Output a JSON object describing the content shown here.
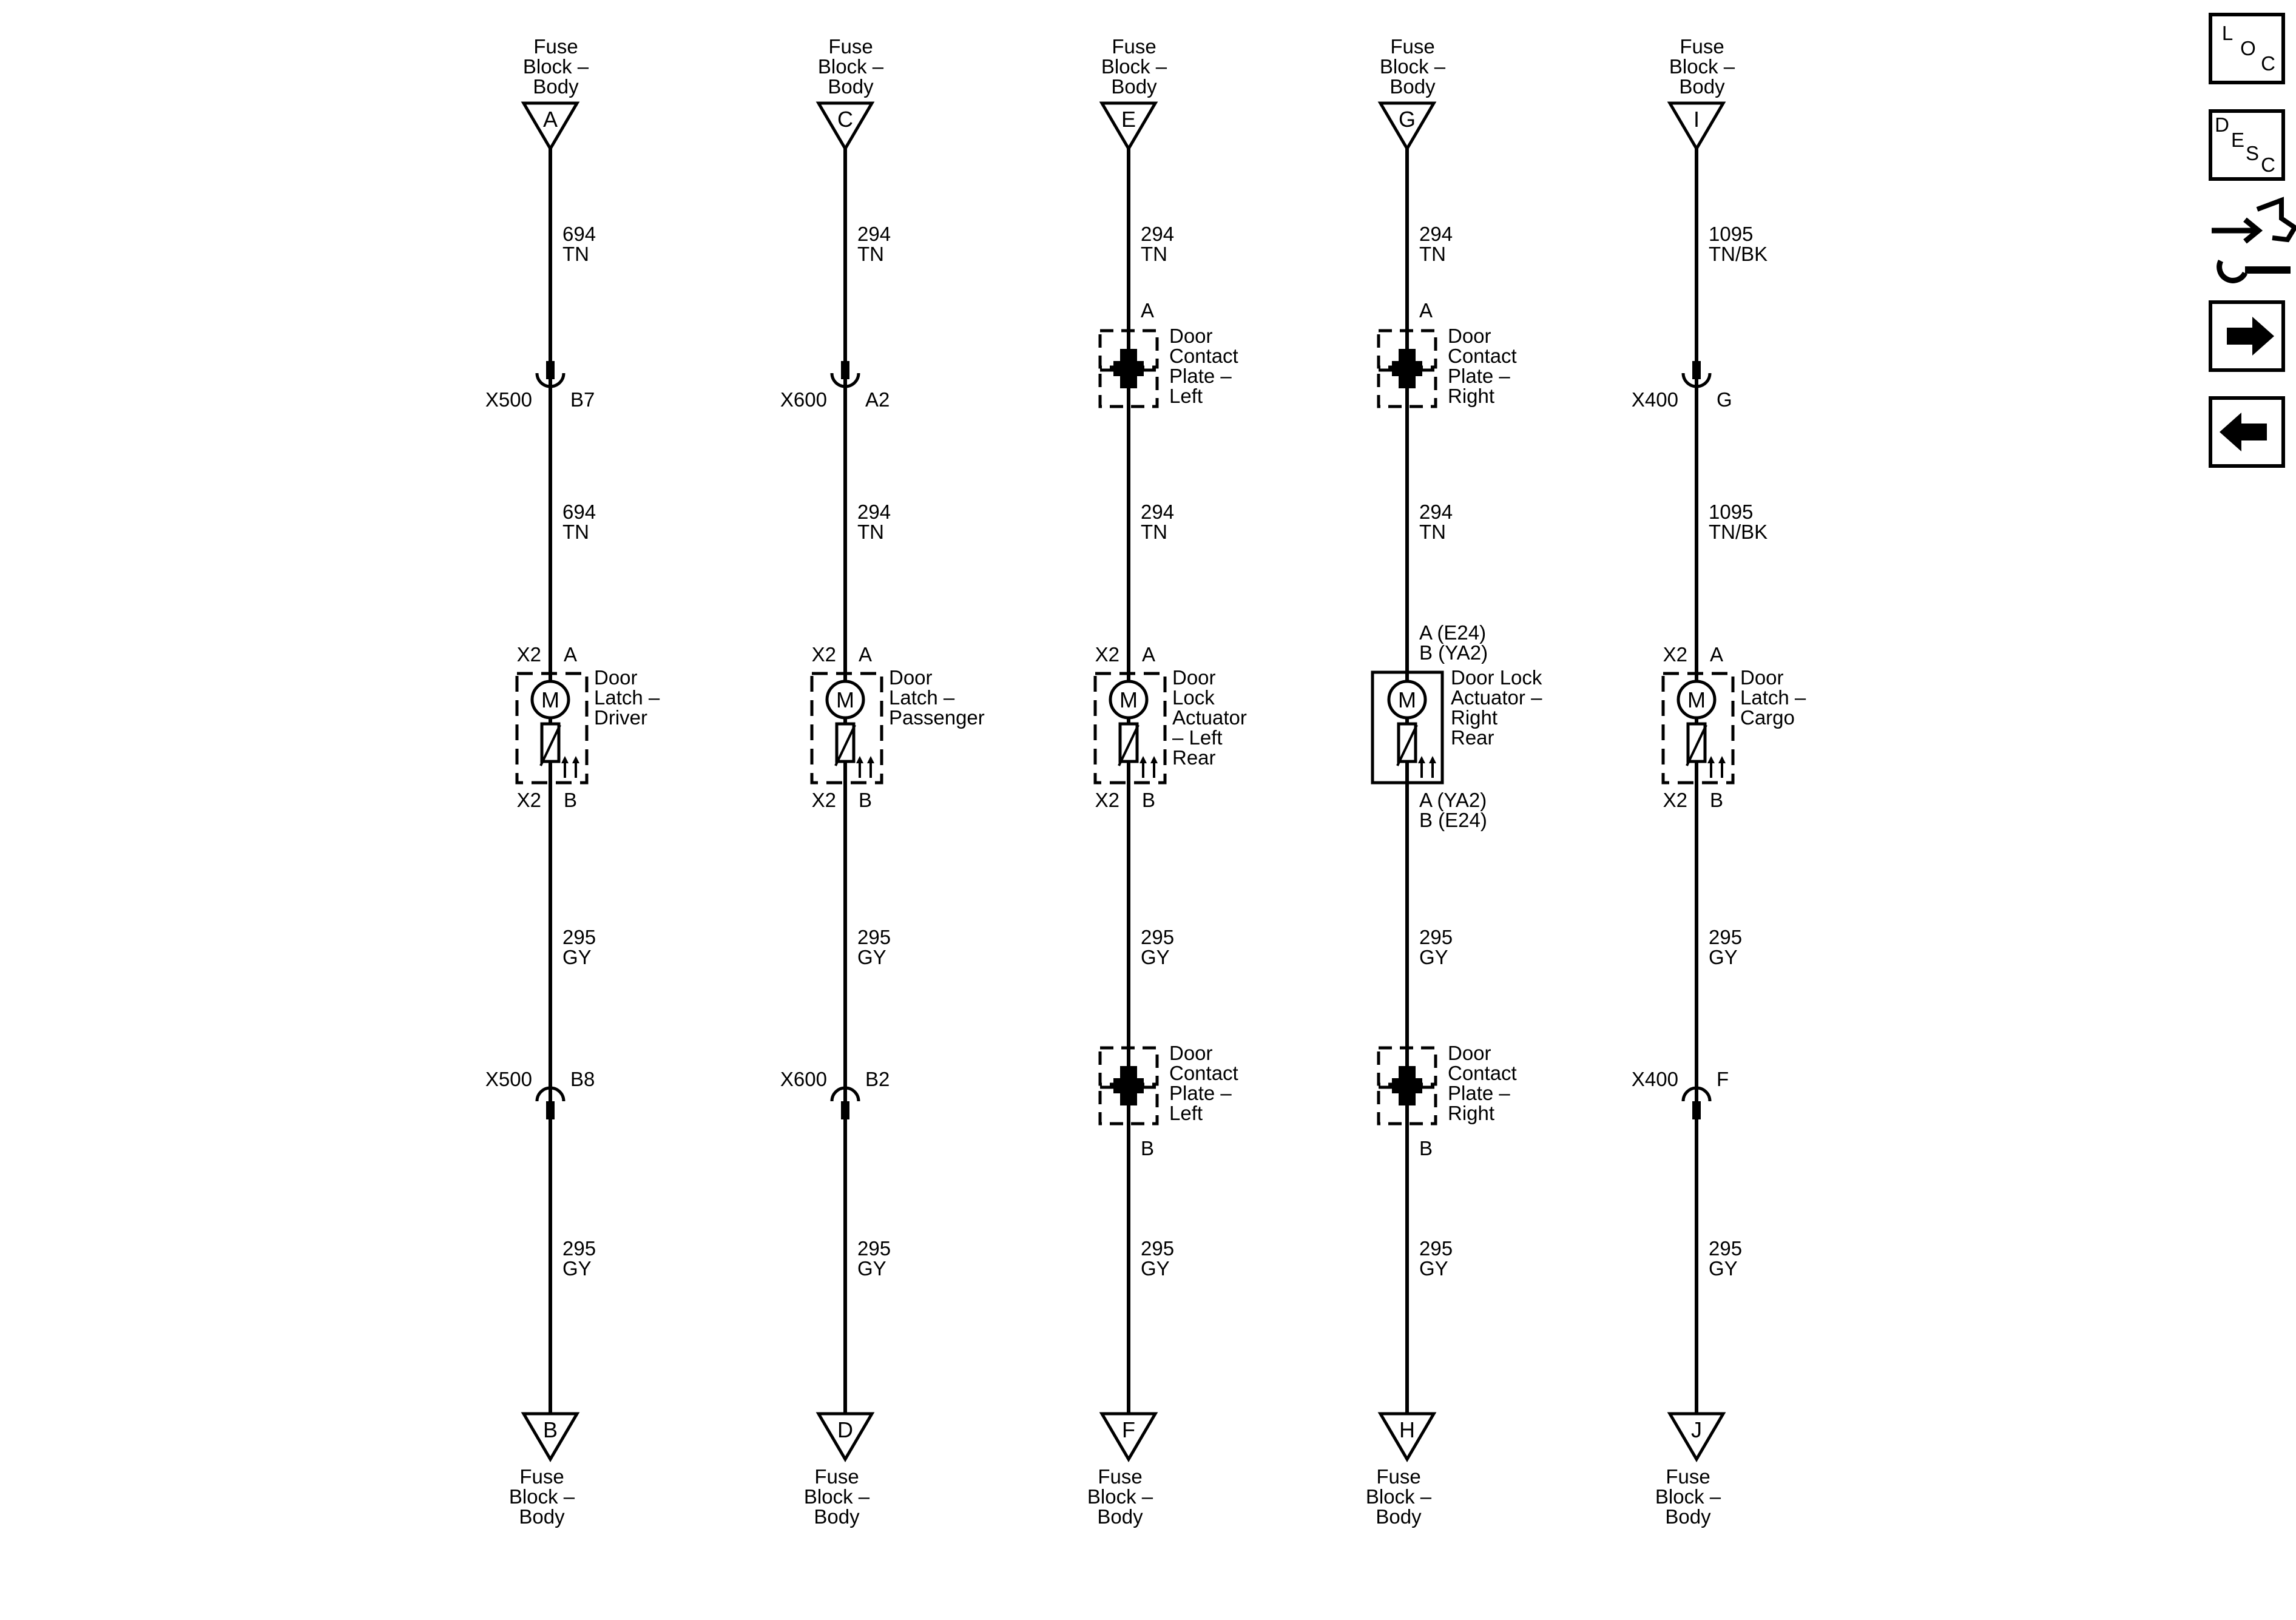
{
  "circuits": [
    {
      "id": "driver",
      "top_pin": "A",
      "top_block": [
        "Fuse",
        "Block –",
        "Body"
      ],
      "bottom_pin": "B",
      "bottom_block": [
        "Fuse",
        "Block –",
        "Body"
      ],
      "wire_top": [
        "694",
        "TN"
      ],
      "upper_type": "inline",
      "upper_conn": "X500",
      "upper_pin": "B7",
      "wire_mid": [
        "694",
        "TN"
      ],
      "device_style": "dashed",
      "device_top": [
        "X2",
        "A"
      ],
      "device_bottom": [
        "X2",
        "B"
      ],
      "device_name": [
        "Door",
        "Latch –",
        "Driver"
      ],
      "wire_low": [
        "295",
        "GY"
      ],
      "lower_type": "inline",
      "lower_conn": "X500",
      "lower_pin": "B8",
      "wire_bottom": [
        "295",
        "GY"
      ]
    },
    {
      "id": "passenger",
      "top_pin": "C",
      "top_block": [
        "Fuse",
        "Block –",
        "Body"
      ],
      "bottom_pin": "D",
      "bottom_block": [
        "Fuse",
        "Block –",
        "Body"
      ],
      "wire_top": [
        "294",
        "TN"
      ],
      "upper_type": "inline",
      "upper_conn": "X600",
      "upper_pin": "A2",
      "wire_mid": [
        "294",
        "TN"
      ],
      "device_style": "dashed",
      "device_top": [
        "X2",
        "A"
      ],
      "device_bottom": [
        "X2",
        "B"
      ],
      "device_name": [
        "Door",
        "Latch –",
        "Passenger"
      ],
      "wire_low": [
        "295",
        "GY"
      ],
      "lower_type": "inline",
      "lower_conn": "X600",
      "lower_pin": "B2",
      "wire_bottom": [
        "295",
        "GY"
      ]
    },
    {
      "id": "left-rear",
      "top_pin": "E",
      "top_block": [
        "Fuse",
        "Block –",
        "Body"
      ],
      "bottom_pin": "F",
      "bottom_block": [
        "Fuse",
        "Block –",
        "Body"
      ],
      "wire_top": [
        "294",
        "TN"
      ],
      "upper_type": "plate",
      "upper_pin": "A",
      "upper_name": [
        "Door",
        "Contact",
        "Plate –",
        "Left"
      ],
      "wire_mid": [
        "294",
        "TN"
      ],
      "device_style": "dashed",
      "device_top": [
        "X2",
        "A"
      ],
      "device_bottom": [
        "X2",
        "B"
      ],
      "device_name": [
        "Door",
        "Lock",
        "Actuator",
        "– Left",
        "Rear"
      ],
      "wire_low": [
        "295",
        "GY"
      ],
      "lower_type": "plate",
      "lower_pin": "B",
      "lower_name": [
        "Door",
        "Contact",
        "Plate –",
        "Left"
      ],
      "wire_bottom": [
        "295",
        "GY"
      ]
    },
    {
      "id": "right-rear",
      "top_pin": "G",
      "top_block": [
        "Fuse",
        "Block –",
        "Body"
      ],
      "bottom_pin": "H",
      "bottom_block": [
        "Fuse",
        "Block –",
        "Body"
      ],
      "wire_top": [
        "294",
        "TN"
      ],
      "upper_type": "plate",
      "upper_pin": "A",
      "upper_name": [
        "Door",
        "Contact",
        "Plate –",
        "Right"
      ],
      "wire_mid": [
        "294",
        "TN"
      ],
      "device_style": "solid",
      "device_top": [
        "A (E24)",
        "B (YA2)"
      ],
      "device_bottom": [
        "A (YA2)",
        "B (E24)"
      ],
      "device_name": [
        "Door Lock",
        "Actuator –",
        "Right",
        "Rear"
      ],
      "wire_low": [
        "295",
        "GY"
      ],
      "lower_type": "plate",
      "lower_pin": "B",
      "lower_name": [
        "Door",
        "Contact",
        "Plate –",
        "Right"
      ],
      "wire_bottom": [
        "295",
        "GY"
      ]
    },
    {
      "id": "cargo",
      "top_pin": "I",
      "top_block": [
        "Fuse",
        "Block –",
        "Body"
      ],
      "bottom_pin": "J",
      "bottom_block": [
        "Fuse",
        "Block –",
        "Body"
      ],
      "wire_top": [
        "1095",
        "TN/BK"
      ],
      "upper_type": "inline",
      "upper_conn": "X400",
      "upper_pin": "G",
      "wire_mid": [
        "1095",
        "TN/BK"
      ],
      "device_style": "dashed",
      "device_top": [
        "X2",
        "A"
      ],
      "device_bottom": [
        "X2",
        "B"
      ],
      "device_name": [
        "Door",
        "Latch –",
        "Cargo"
      ],
      "wire_low": [
        "295",
        "GY"
      ],
      "lower_type": "inline",
      "lower_conn": "X400",
      "lower_pin": "F",
      "wire_bottom": [
        "295",
        "GY"
      ]
    }
  ],
  "motor_letter": "M",
  "nav": {
    "loc": [
      "L",
      "O",
      "C"
    ],
    "desc": [
      "D",
      "E",
      "S",
      "C"
    ],
    "service_icon": "connector-wrench-icon",
    "next_icon": "arrow-right-icon",
    "prev_icon": "arrow-left-icon"
  },
  "colors": {
    "line": "#000000",
    "background": "#ffffff"
  }
}
